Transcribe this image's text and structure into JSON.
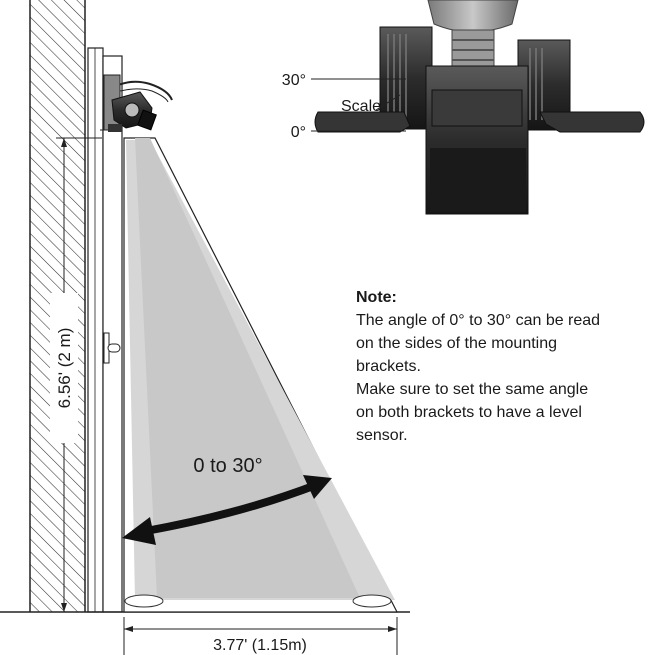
{
  "labels": {
    "angle_top": "30°",
    "angle_bottom": "0°",
    "scale": "Scale",
    "height": "6.56' (2 m)",
    "width": "3.77' (1.15m)",
    "tilt_range": "0 to 30°"
  },
  "note": {
    "title": "Note:",
    "lines": [
      "The angle of 0° to 30° can be read",
      "on the sides of the mounting",
      "brackets.",
      "Make sure to set the same angle",
      "on both brackets to have a level",
      "sensor."
    ]
  }
}
